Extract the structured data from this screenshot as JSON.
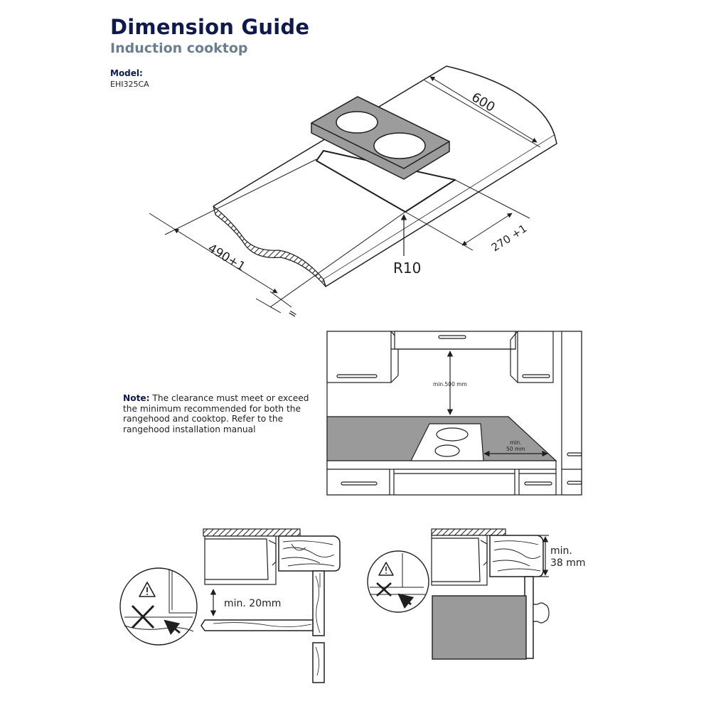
{
  "header": {
    "title": "Dimension Guide",
    "subtitle": "Induction cooktop",
    "model_label": "Model:",
    "model_value": "EHI325CA"
  },
  "cutout_diagram": {
    "depth_label": "600",
    "cutout_width_label": "490+1",
    "cutout_depth_label": "270 +1",
    "radius_label": "R10",
    "equal_label": "="
  },
  "note": {
    "label": "Note:",
    "text": "The clearance must meet or exceed the minimum recommended for both the rangehood and cooktop. Refer to the rangehood installation manual"
  },
  "kitchen_diagram": {
    "hood_clearance_label": "min.500 mm",
    "side_clearance_line1": "min.",
    "side_clearance_line2": "50 mm"
  },
  "under_clearance_diagram": {
    "gap_label": "min. 20mm"
  },
  "bench_thickness_diagram": {
    "thickness_line1": "min.",
    "thickness_line2": "38 mm"
  },
  "colors": {
    "title": "#0e1a4e",
    "subtitle": "#6b7e8e",
    "cooktop_glass": "#9c9c9c",
    "benchtop": "#9a9a9a",
    "line": "#1f1f1f"
  }
}
